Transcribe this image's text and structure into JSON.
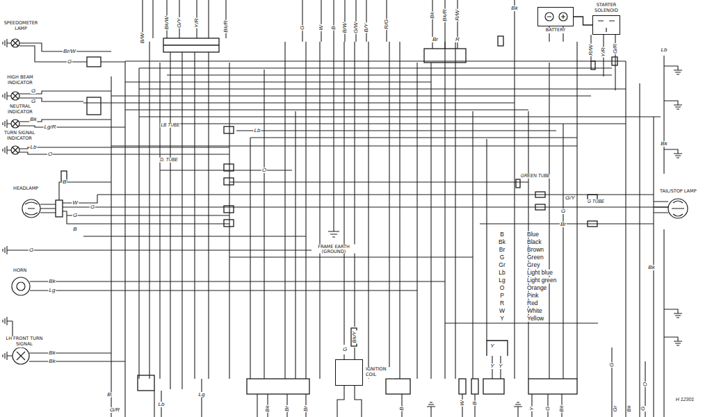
{
  "diagram": {
    "nodes": [
      {
        "text": [
          "SPEEDOMETER LAMP"
        ]
      },
      {
        "text": [
          "HIGH BEAM INDICATOR"
        ]
      },
      {
        "text": [
          "NEUTRAL INDICATOR"
        ]
      },
      {
        "text": [
          "TURN SIGNAL INDICATOR"
        ]
      },
      {
        "text": [
          "HEADLAMP"
        ]
      },
      {
        "text": [
          "HORN"
        ]
      },
      {
        "text": [
          "LH FRONT TURN SIGNAL"
        ]
      },
      {
        "text": [
          "IGNITION COIL"
        ]
      },
      {
        "text": [
          "BATTERY"
        ]
      },
      {
        "text": [
          "STARTER SOLENOID"
        ]
      },
      {
        "text": [
          "TAIL/STOP LAMP"
        ]
      }
    ],
    "edges": [
      {
        "from": 8,
        "to": 9,
        "arrow": "none"
      }
    ],
    "labels": [
      "Br/W",
      "G",
      "G",
      "G",
      "Bk",
      "Lg/R",
      "Lb",
      "O",
      "B",
      "W",
      "G",
      "G",
      "B",
      "G",
      "Bk",
      "Lg",
      "Bk",
      "Bk",
      "B/W",
      "Bk/W",
      "G/Y",
      "Y/R",
      "Bk/R",
      "G",
      "W",
      "B",
      "B/W",
      "G/W",
      "B/Y",
      "R/G",
      "Bk",
      "Bk/R",
      "R/W",
      "Br",
      "R",
      "Bk",
      "R/W",
      "Y/R",
      "G/R",
      "Lb",
      "LB TUBE",
      "Lb",
      "D. TUBE",
      "O",
      "GREEN TUBE",
      "G/Y",
      "G TUBE",
      "G",
      "Br",
      "Bk",
      "Bk",
      "FRAME EARTH (GROUND)",
      "Bk/Y",
      "G",
      "B",
      "G/R",
      "Lb",
      "Lg",
      "Bk",
      "Br",
      "Br",
      "B",
      "W",
      "B",
      "Y",
      "Y",
      "Y",
      "Y",
      "G",
      "Bk",
      "G",
      "Gr",
      "Bk",
      "G",
      "O",
      "H 12301",
      "B",
      "Blue",
      "Bk",
      "Black",
      "Br",
      "Brown",
      "G",
      "Green",
      "Gr",
      "Grey",
      "Lb",
      "Light blue",
      "Lg",
      "Light green",
      "O",
      "Orange",
      "P",
      "Pink",
      "R",
      "Red",
      "W",
      "White",
      "Y",
      "Yellow"
    ]
  }
}
